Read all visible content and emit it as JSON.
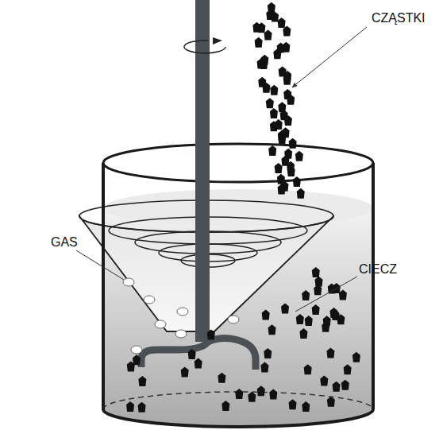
{
  "diagram": {
    "labels": [
      "CZĄSTKI",
      "GAS",
      "CIECZ"
    ]
  }
}
